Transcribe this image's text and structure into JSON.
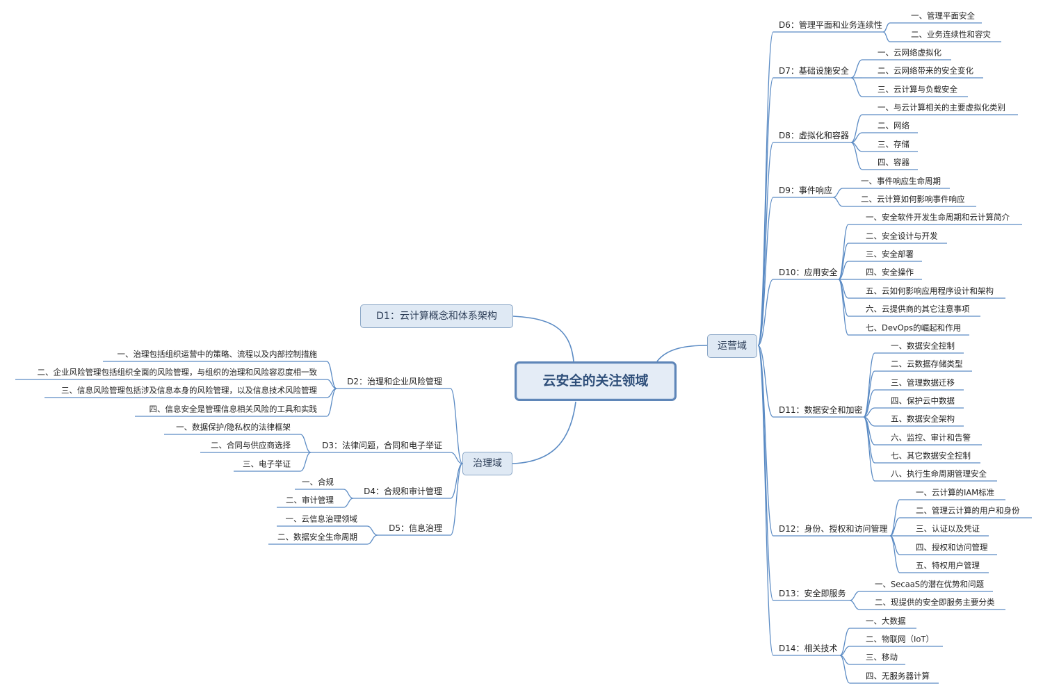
{
  "central": {
    "label": "云安全的关注领域"
  },
  "d1": {
    "label": "D1：云计算概念和体系架构"
  },
  "governance": {
    "label": "治理域",
    "domains": [
      {
        "label": "D2：治理和企业风险管理",
        "items": [
          "一、治理包括组织运营中的策略、流程以及内部控制措施",
          "二、企业风险管理包括组织全面的风险管理，与组织的治理和风险容忍度相一致",
          "三、信息风险管理包括涉及信息本身的风险管理，以及信息技术风险管理",
          "四、信息安全是管理信息相关风险的工具和实践"
        ]
      },
      {
        "label": "D3：法律问题，合同和电子举证",
        "items": [
          "一、数据保护/隐私权的法律框架",
          "二、合同与供应商选择",
          "三、电子举证"
        ]
      },
      {
        "label": "D4：合规和审计管理",
        "items": [
          "一、合规",
          "二、审计管理"
        ]
      },
      {
        "label": "D5：信息治理",
        "items": [
          "一、云信息治理领域",
          "二、数据安全生命周期"
        ]
      }
    ]
  },
  "operations": {
    "label": "运营域",
    "domains": [
      {
        "label": "D6：管理平面和业务连续性",
        "items": [
          "一、管理平面安全",
          "二、业务连续性和容灾"
        ]
      },
      {
        "label": "D7：基础设施安全",
        "items": [
          "一、云网络虚拟化",
          "二、云网络带来的安全变化",
          "三、云计算与负载安全"
        ]
      },
      {
        "label": "D8：虚拟化和容器",
        "items": [
          "一、与云计算相关的主要虚拟化类别",
          "二、网络",
          "三、存储",
          "四、容器"
        ]
      },
      {
        "label": "D9：事件响应",
        "items": [
          "一、事件响应生命周期",
          "二、云计算如何影响事件响应"
        ]
      },
      {
        "label": "D10：应用安全",
        "items": [
          "一、安全软件开发生命周期和云计算简介",
          "二、安全设计与开发",
          "三、安全部署",
          "四、安全操作",
          "五、云如何影响应用程序设计和架构",
          "六、云提供商的其它注意事项",
          "七、DevOps的崛起和作用"
        ]
      },
      {
        "label": "D11：数据安全和加密",
        "items": [
          "一、数据安全控制",
          "二、云数据存储类型",
          "三、管理数据迁移",
          "四、保护云中数据",
          "五、数据安全架构",
          "六、监控、审计和告警",
          "七、其它数据安全控制",
          "八、执行生命周期管理安全"
        ]
      },
      {
        "label": "D12：身份、授权和访问管理",
        "items": [
          "一、云计算的IAM标准",
          "二、管理云计算的用户和身份",
          "三、认证以及凭证",
          "四、授权和访问管理",
          "五、特权用户管理"
        ]
      },
      {
        "label": "D13：安全即服务",
        "items": [
          "一、SecaaS的潜在优势和问题",
          "二、现提供的安全即服务主要分类"
        ]
      },
      {
        "label": "D14：相关技术",
        "items": [
          "一、大数据",
          "二、物联网（IoT）",
          "三、移动",
          "四、无服务器计算"
        ]
      }
    ]
  },
  "colors": {
    "line": "#5b8bc4",
    "border": "#5f86b8",
    "fill": "#e4ecf6"
  }
}
